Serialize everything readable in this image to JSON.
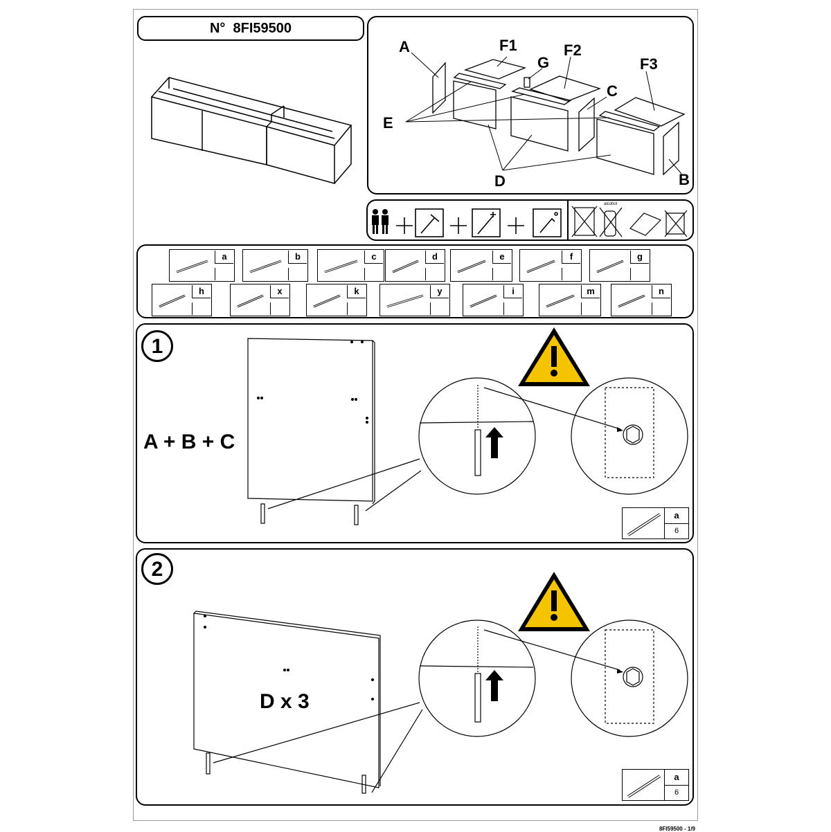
{
  "model": {
    "prefix": "N°",
    "code": "8FI59500"
  },
  "exploded_labels": [
    "A",
    "F1",
    "G",
    "F2",
    "C",
    "F3",
    "E",
    "D",
    "B"
  ],
  "tools": {
    "alcohol_label": "alcohol"
  },
  "hardware": [
    {
      "letter": "a",
      "icon": "long-bolt-icon"
    },
    {
      "letter": "b",
      "icon": "cam-dowel-icon"
    },
    {
      "letter": "c",
      "icon": "angle-bracket-icon"
    },
    {
      "letter": "d",
      "icon": "short-screw-icon"
    },
    {
      "letter": "e",
      "icon": "plastic-plug-icon"
    },
    {
      "letter": "f",
      "icon": "allen-key-icon"
    },
    {
      "letter": "g",
      "icon": "oval-pad-icon"
    },
    {
      "letter": "h",
      "icon": "wood-dowel-icon"
    },
    {
      "letter": "x",
      "icon": "oval-washer-icon"
    },
    {
      "letter": "k",
      "icon": "pin-icon"
    },
    {
      "letter": "y",
      "icon": "rail-strip-icon"
    },
    {
      "letter": "i",
      "icon": "wall-screw-icon"
    },
    {
      "letter": "m",
      "icon": "wall-plug-icon"
    },
    {
      "letter": "n",
      "icon": "adjustable-foot-icon"
    }
  ],
  "steps": [
    {
      "number": "1",
      "label": "A + B + C",
      "part_letter": "a",
      "part_qty": "6"
    },
    {
      "number": "2",
      "label": "D x 3",
      "part_letter": "a",
      "part_qty": "6"
    }
  ],
  "footer": "8FI59500 - 1/9"
}
